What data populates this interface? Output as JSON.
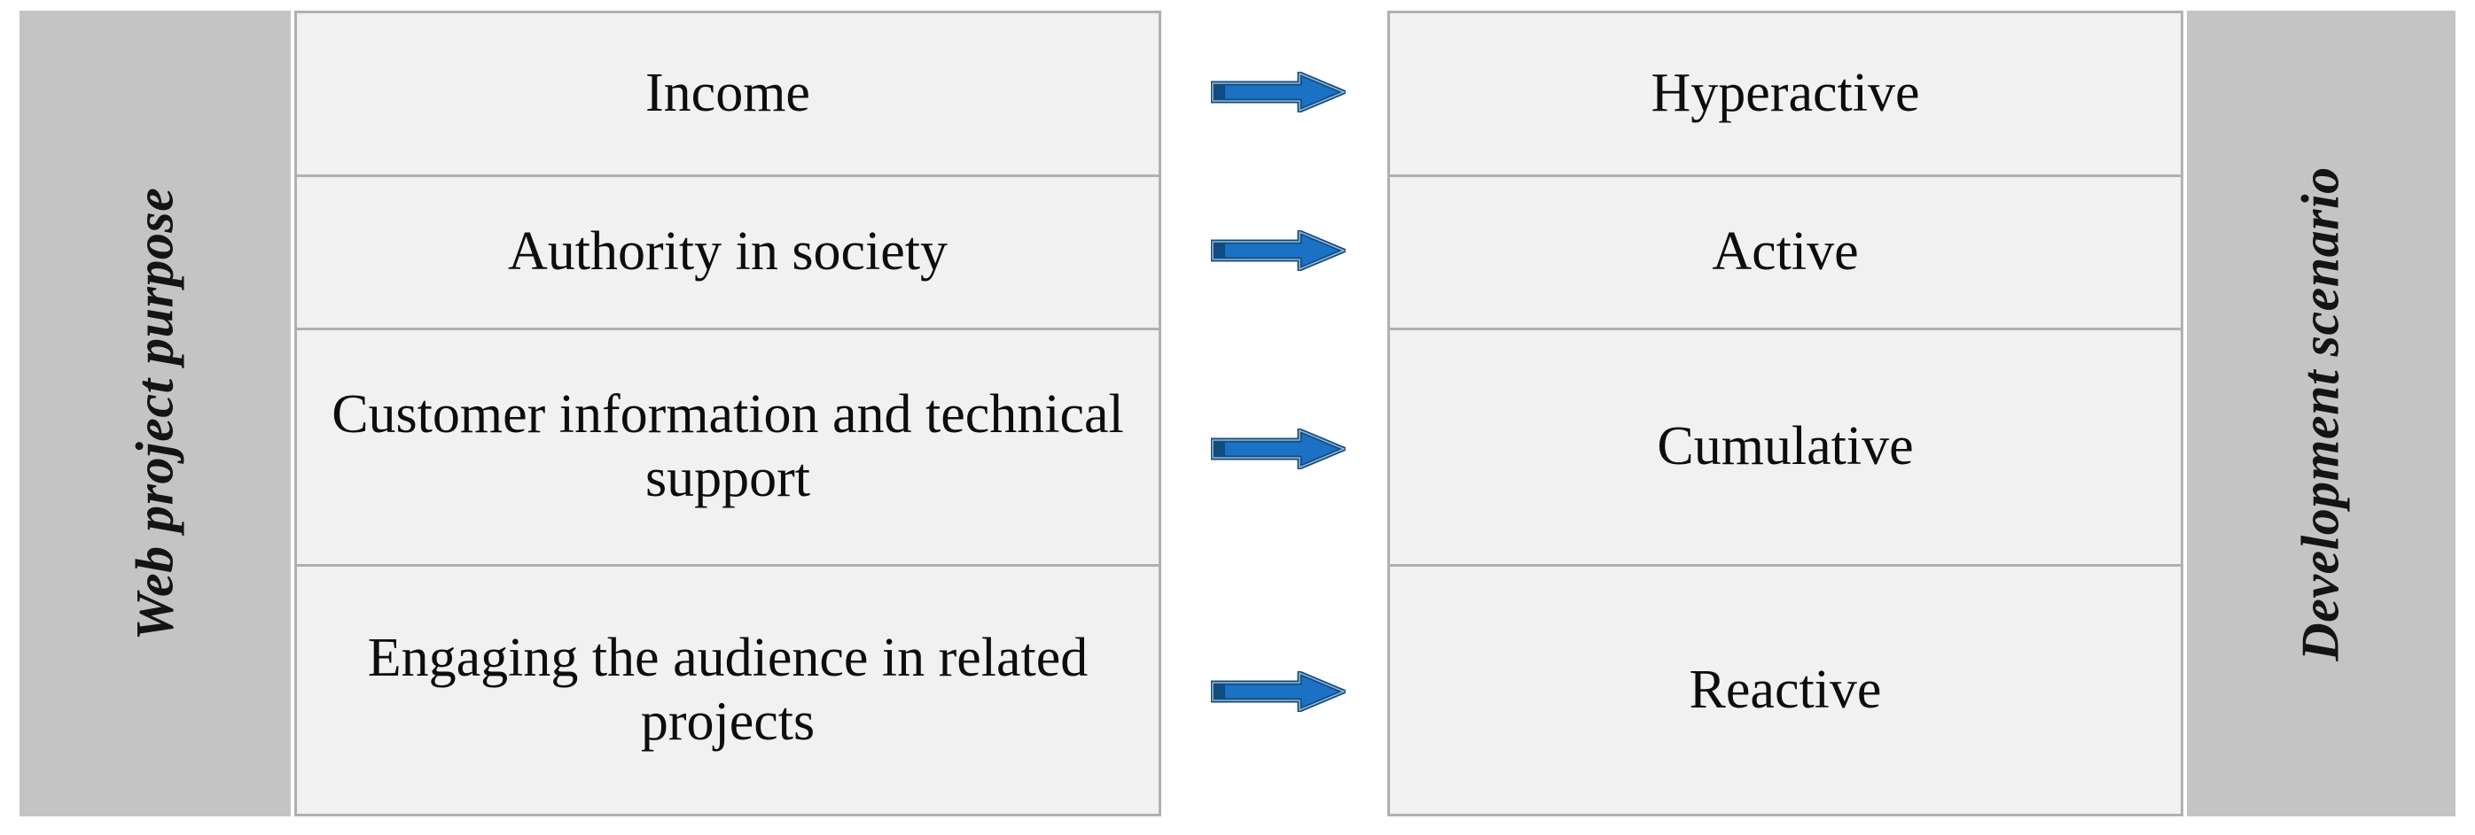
{
  "diagram": {
    "left_band": {
      "label": "Web project purpose",
      "background": "#c4c4c4"
    },
    "right_band": {
      "label": "Development scenario",
      "background": "#c4c4c4"
    },
    "cell_background": "#f1f1f1",
    "cell_border": "#b0b0b0",
    "arrow_fill": "#1b72c4",
    "arrow_outline": "#0f4c81",
    "arrow_edge": "#9bb7d4",
    "arrow_icon_name": "right-block-arrow-icon",
    "purposes": [
      "Income",
      "Authority in society",
      "Customer information and technical support",
      "Engaging the audience in related projects"
    ],
    "scenarios": [
      "Hyperactive",
      "Active",
      "Cumulative",
      "Reactive"
    ],
    "mappings": [
      {
        "from": "Income",
        "to": "Hyperactive"
      },
      {
        "from": "Authority in society",
        "to": "Active"
      },
      {
        "from": "Customer information and technical support",
        "to": "Cumulative"
      },
      {
        "from": "Engaging the audience in related projects",
        "to": "Reactive"
      }
    ]
  }
}
